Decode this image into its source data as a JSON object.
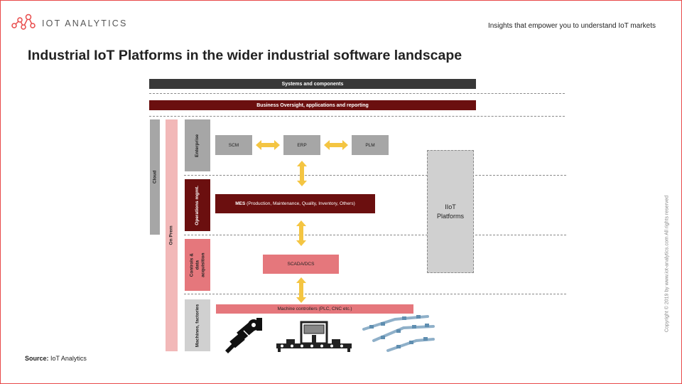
{
  "header": {
    "logo_text": "IOT ANALYTICS",
    "tagline": "Insights that empower you to understand IoT markets"
  },
  "title": "Industrial IoT Platforms in the wider industrial software landscape",
  "diagram": {
    "top_bars": {
      "systems": "Systems and components",
      "business": "Business Oversight, applications and reporting"
    },
    "columns": {
      "cloud": "Cloud",
      "on_prem": "On Prem"
    },
    "layers": {
      "enterprise": "Enterprise",
      "operations": "Operations mgmt.",
      "controls": "Controls & data acquisition",
      "machines": "Machines, factories"
    },
    "boxes": {
      "scm": "SCM",
      "erp": "ERP",
      "plm": "PLM",
      "mes_bold": "MES",
      "mes_rest": " (Production, Maintenance, Quality, Inventory, Others)",
      "scada": "SCADA/DCS",
      "machine_controllers": "Machine controllers (PLC, CNC etc.)",
      "iiot": "IIoT Platforms"
    },
    "colors": {
      "dark_gray": "#383838",
      "dark_red": "#6b0f0f",
      "gray": "#a6a6a6",
      "light_red": "#e5777c",
      "pale_red": "#f2b8b8",
      "light_gray": "#d0d0d0",
      "arrow": "#f4c542"
    }
  },
  "source": {
    "label": "Source:",
    "text": "IoT Analytics"
  },
  "copyright": "Copyright © 2019 by www.iot-analytics.com All rights reserved"
}
